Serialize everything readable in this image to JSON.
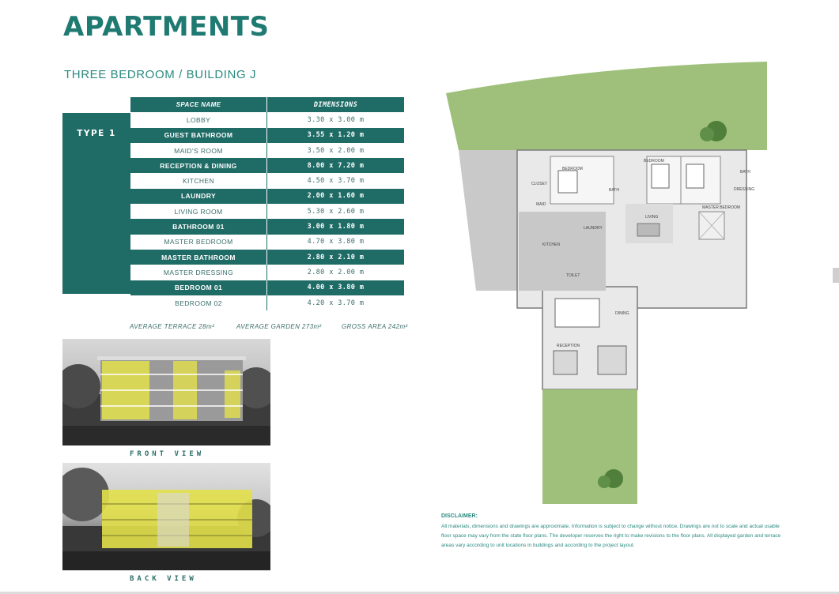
{
  "page": {
    "title": "APARTMENTS",
    "subtitle": "THREE  BEDROOM / BUILDING J"
  },
  "table": {
    "type_label": "TYPE 1",
    "header": {
      "space": "SPACE NAME",
      "dims": "DIMENSIONS"
    },
    "rows": [
      {
        "name": "LOBBY",
        "dims": "3.30 x 3.00 m",
        "style": "light"
      },
      {
        "name": "GUEST BATHROOM",
        "dims": "3.55 x 1.20 m",
        "style": "dark"
      },
      {
        "name": "MAID'S ROOM",
        "dims": "3.50 x 2.00 m",
        "style": "light"
      },
      {
        "name": "RECEPTION & DINING",
        "dims": "8.00 x 7.20 m",
        "style": "dark"
      },
      {
        "name": "KITCHEN",
        "dims": "4.50 x 3.70 m",
        "style": "light"
      },
      {
        "name": "LAUNDRY",
        "dims": "2.00 x 1.60 m",
        "style": "dark"
      },
      {
        "name": "LIVING ROOM",
        "dims": "5.30 x 2.60 m",
        "style": "light"
      },
      {
        "name": "BATHROOM 01",
        "dims": "3.00 x 1.80 m",
        "style": "dark"
      },
      {
        "name": "MASTER BEDROOM",
        "dims": "4.70 x 3.80 m",
        "style": "light"
      },
      {
        "name": "MASTER BATHROOM",
        "dims": "2.80 x 2.10 m",
        "style": "dark"
      },
      {
        "name": "MASTER DRESSING",
        "dims": "2.80 x 2.00 m",
        "style": "light"
      },
      {
        "name": "BEDROOM 01",
        "dims": "4.00 x 3.80 m",
        "style": "dark"
      },
      {
        "name": "BEDROOM 02",
        "dims": "4.20 x 3.70 m",
        "style": "light"
      }
    ]
  },
  "summary": {
    "terrace": "AVERAGE TERRACE 28m²",
    "garden": "AVERAGE GARDEN 273m²",
    "gross": "GROSS AREA 242m²"
  },
  "views": {
    "front_caption": "FRONT VIEW",
    "back_caption": "BACK VIEW"
  },
  "floorplan": {
    "labels": {
      "bedroom1": "BEDROOM",
      "bedroom2": "BEDROOM",
      "bath1": "BATH",
      "bath2": "BATH",
      "closet": "CLOSET",
      "maid": "MAID",
      "living": "LIVING",
      "master_bedroom": "MASTER BEDROOM",
      "dressing": "DRESSING",
      "laundry": "LAUNDRY",
      "kitchen": "KITCHEN",
      "toilet": "TOILET",
      "dining": "DINING",
      "reception": "RECEPTION"
    }
  },
  "disclaimer": {
    "title": "DISCLAIMER:",
    "text": "All materials, dimensions and drawings are approximate. Information is subject to change without notice. Drawings are not to scale and actual usable floor space may vary from the state floor plans. The developer reserves the right to make revisions to the floor plans. All displayed garden and terrace areas vary according to unit locations in buildings and according to the project layout."
  },
  "colors": {
    "brand": "#1f6b66",
    "accent": "#2a8a80",
    "garden": "#9ec07a",
    "floor": "#c8c8c8",
    "facade_highlight": "#e2e04a"
  }
}
